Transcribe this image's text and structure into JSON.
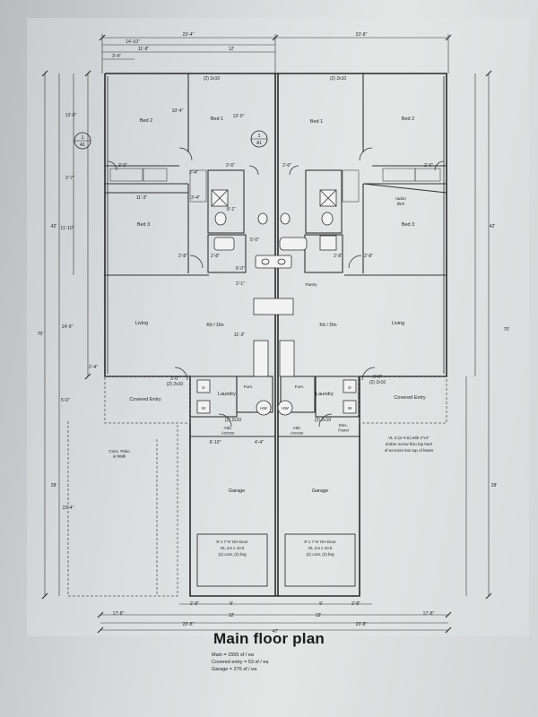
{
  "plan": {
    "title": "Main floor plan",
    "stats": [
      "Main = 1555 sf / ea",
      "Covered entry = 53 sf / ea",
      "Garage = 276 sf / ea"
    ],
    "rooms": {
      "bed2_left": "Bed 2",
      "bed1_left": "Bed 1",
      "bed1_right": "Bed 1",
      "bed2_right": "Bed 2",
      "bed3_left": "Bed 3",
      "bed3_right": "Bed 3",
      "living_left": "Living",
      "kitdin_left": "Kit / Din",
      "kitdin_right": "Kit / Din",
      "living_right": "Living",
      "entry_left": "Covered Entry",
      "entry_right": "Covered Entry",
      "laundry_left": "Laundry",
      "laundry_right": "Laundry",
      "garage_left": "Garage",
      "garage_right": "Garage",
      "pantry": "Pantry",
      "attic_left": "Attic\nAccess",
      "attic_right": "Attic\nAccess",
      "patio": "Conc. Patio\n& Walk",
      "elec_panel": "Elec.\nPanel",
      "radon": "radon\npipe",
      "furn_left": "Furn.",
      "furn_right": "Furn.",
      "hw_left": "HW",
      "hw_right": "HW",
      "d_left": "D",
      "w_left": "W",
      "d_right": "D",
      "w_right": "W"
    },
    "dims": {
      "top_half_left": "23'-4\"",
      "top_half_right": "23'-8\"",
      "top_14_10": "14'-10\"",
      "top_11_8": "11'-8\"",
      "top_12": "12'",
      "top_3_4": "3'-4\"",
      "beam_left": "(2) 2x10",
      "beam_right": "(2) 2x10",
      "d_13_0_left": "13'-0\"",
      "d_10_4": "10'-4\"",
      "d_13_0_mid": "13'-0\"",
      "side_13_0": "13'-0\"",
      "side_2_7": "2'-7\"",
      "side_11_10": "11'-10\"",
      "side_42_left": "42'",
      "side_70_left": "70'",
      "side_14_9": "14'-9\"",
      "side_2_4": "2'-4\"",
      "side_5_0": "5'-0\"",
      "side_28_left": "28'",
      "side_22_4": "22'-4\"",
      "side_42_right": "42'",
      "side_70_right": "70'",
      "side_28_right": "28'",
      "d_11_3": "11'-3\"",
      "d_3_4": "3'-4\"",
      "d_8_1": "8'-1\"",
      "d_6_0": "6'-0\"",
      "d_5_0": "5'-0\"",
      "d_2_1": "2'-1\"",
      "d_11_3b": "11'-3\"",
      "bot_17_8_left": "17'-8\"",
      "bot_12_left": "12'",
      "bot_12_right": "12'",
      "bot_17_8_right": "17'-8\"",
      "bot_23_8": "23'-8\"",
      "bot_23_8_r": "23'-8\"",
      "bot_47": "47'",
      "bot_9_left": "9'",
      "bot_9_right": "9'",
      "bot_2_8_l": "2'-8\"",
      "bot_2_8_r": "2'-8\"",
      "gar_6_10": "6'-10\"",
      "gar_4_4": "4'-4\"",
      "door_2_8_a": "2'-8\"",
      "door_2_8_b": "2'-8\"",
      "door_2_8_c": "2'-8\"",
      "door_2_8_d": "2'-8\"",
      "door_2_6_a": "2'-6\"",
      "door_2_6_b": "2'-6\"",
      "door_2_6_c": "2'-6\"",
      "door_2_6_d": "2'-6\"",
      "door_2_4": "2'-4\"",
      "door_3_0_l": "3'-0\"",
      "door_3_0_r": "3'-0\"",
      "hdr_2x10_l": "(2) 2x10",
      "hdr_2x10_r": "(2) 2x10",
      "hdr_2x10_lg": "(2) 2x10",
      "hdr_2x10_rg": "(2) 2x10"
    },
    "notes": {
      "garage_door_left": [
        "9' x 7'-8' OH Door",
        "GL 3.5 x 10.5",
        "(2) cont, (2) brg"
      ],
      "garage_door_right": [
        "9' x 7'-8' OH Door",
        "GL 3.5 x 10.5",
        "(2) cont, (2) brg"
      ],
      "beam_note": [
        "VL 3 (or 5.5) with 2\"x4\"",
        "timber screw thru top heel",
        "of ea truss into top of beam"
      ]
    },
    "callouts": {
      "left": {
        "num": "1",
        "sheet": "A1"
      },
      "right": {
        "num": "1",
        "sheet": "A1"
      }
    }
  }
}
